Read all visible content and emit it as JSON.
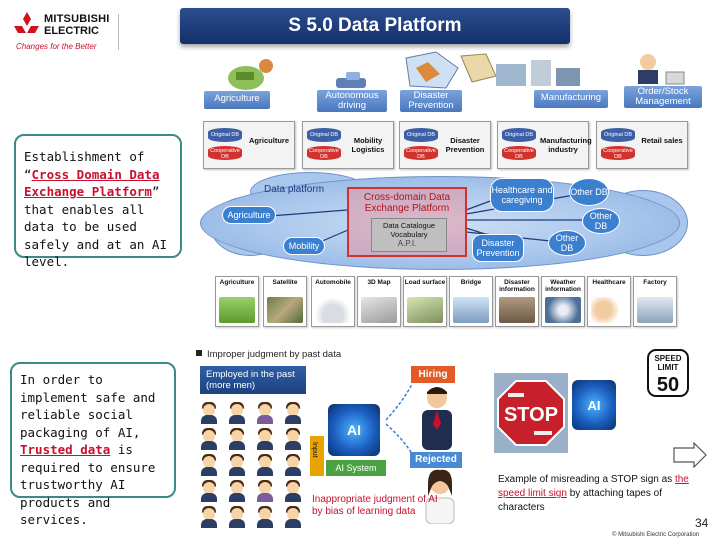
{
  "header": {
    "logo_line1": "MITSUBISHI",
    "logo_line2": "ELECTRIC",
    "logo_tagline": "Changes for the Better",
    "title": "S 5.0 Data Platform"
  },
  "left_panel": {
    "box1": {
      "line1": "Establishment of",
      "quote_open": "“",
      "highlight1": "Cross Domain Data",
      "highlight2": "Exchange Platform",
      "quote_close": "”",
      "rest": "that enables all data to be used safely and at an AI level."
    },
    "box2": {
      "text1": "In order to implement safe and reliable social packaging of AI,",
      "highlight": "Trusted data",
      "text2": "is required to ensure trustworthy AI products and services."
    }
  },
  "diagram": {
    "domain_tabs": [
      "Agriculture",
      "Autonomous driving",
      "Disaster Prevention",
      "Manufacturing",
      "Order/Stock Management"
    ],
    "db_tiles": [
      {
        "original": "Original DB",
        "cooperative": "Cooperative DB",
        "label": "Agriculture"
      },
      {
        "original": "Original DB",
        "cooperative": "Cooperative DB",
        "label": "Mobility Logistics"
      },
      {
        "original": "Original DB",
        "cooperative": "Cooperative DB",
        "label": "Disaster Prevention"
      },
      {
        "original": "Original DB",
        "cooperative": "Cooperative DB",
        "label": "Manufacturing industry"
      },
      {
        "original": "Original DB",
        "cooperative": "Cooperative DB",
        "label": "Retail sales"
      }
    ],
    "platform_title": "Data platform",
    "exchange_title": "Cross-domain Data Exchange Platform",
    "catalogue": "Data Catalogue Vocabulary",
    "api": "A.P.I.",
    "nodes": [
      "Agriculture",
      "Mobility",
      "Healthcare and caregiving",
      "Other DB",
      "Other DB",
      "Disaster Prevention",
      "Other DB"
    ],
    "sources": [
      "Agriculture",
      "Satellite",
      "Automobile",
      "3D Map",
      "Load surface",
      "Bridge",
      "Disaster information",
      "Weather information",
      "Healthcare",
      "Factory"
    ]
  },
  "bias_example": {
    "title": "Improper judgment by past data",
    "employed": "Employed in the past (more men)",
    "input_label": "Input",
    "ai_label": "AI",
    "ai_system": "AI System",
    "hiring": "Hiring",
    "rejected": "Rejected",
    "note": "Inappropriate judgment of AI by bias of learning data"
  },
  "stop_example": {
    "sign_top": "SPEED",
    "sign_mid": "LIMIT",
    "sign_num": "50",
    "stop_text": "STOP",
    "ai_label": "AI",
    "caption1": "Example of misreading a STOP sign as",
    "caption_red": "the speed limit sign",
    "caption2": "by attaching tapes of characters"
  },
  "footer": {
    "page_number": "34",
    "copyright": "© Mitsubishi Electric Corporation"
  },
  "colors": {
    "title_bar": "#1f3f7e",
    "accent_red": "#c8102e",
    "box_border": "#3a8a86",
    "node_blue": "#3b7fd1"
  }
}
